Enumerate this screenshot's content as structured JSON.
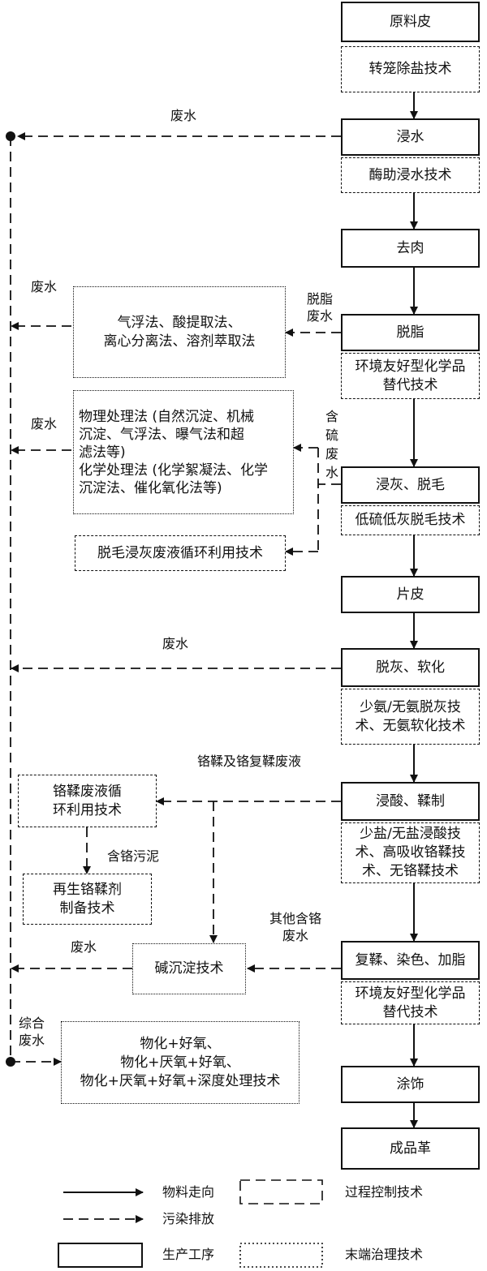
{
  "process_steps": {
    "raw_hide": "原料皮",
    "soaking": "浸水",
    "fleshing": "去肉",
    "degreasing": "脱脂",
    "liming_unhairing": "浸灰、脱毛",
    "pelt": "片皮",
    "deliming_bating": "脱灰、软化",
    "pickling_tanning": "浸酸、鞣制",
    "retanning_dyeing_fatliquoring": "复鞣、染色、加脂",
    "finishing": "涂饰",
    "finished_leather": "成品革"
  },
  "process_control": {
    "drum_desalting": "转笼除盐技术",
    "enzyme_soaking": "酶助浸水技术",
    "eco_chem_1": "环境友好型化学品\n替代技术",
    "low_sulfide_unhairing": "低硫低灰脱毛技术",
    "unhairing_liquor_recycle": "脱毛浸灰废液循环利用技术",
    "low_ammonia_deliming": "少氨/无氨脱灰技\n术、无氨软化技术",
    "low_salt_pickling": "少盐/无盐浸酸技\n术、高吸收铬鞣技\n术、无铬鞣技术",
    "chrome_liquor_recycle": "铬鞣废液循\n环利用技术",
    "chrome_regeneration": "再生铬鞣剂\n制备技术",
    "eco_chem_2": "环境友好型化学品\n替代技术"
  },
  "end_treatment": {
    "grease_recovery": "气浮法、酸提取法、\n离心分离法、溶剂萃取法",
    "sulfide_treatment": "物理处理法 (自然沉淀、机械\n沉淀、气浮法、曝气法和超\n滤法等)\n化学处理法 (化学絮凝法、化学\n沉淀法、催化氧化法等)",
    "alkali_precipitation": "碱沉淀技术",
    "combined_treatment": "物化+好氧、\n物化+厌氧+好氧、\n物化+厌氧+好氧+深度处理技术"
  },
  "flow_labels": {
    "wastewater_1": "废水",
    "wastewater_2": "废水",
    "degreasing_wastewater": "脱脂\n废水",
    "wastewater_3": "废水",
    "sulfide_wastewater_1": "含",
    "sulfide_wastewater_2": "硫",
    "sulfide_wastewater_3": "废",
    "sulfide_wastewater_4": "水",
    "wastewater_4": "废水",
    "chrome_waste_liquor": "铬鞣及铬复鞣废液",
    "chrome_sludge": "含铬污泥",
    "other_chrome_wastewater": "其他含铬\n废水",
    "wastewater_5": "废水",
    "combined_wastewater": "综合\n废水"
  },
  "legend": {
    "material_flow": "物料走向",
    "pollution_discharge": "污染排放",
    "production_process": "生产工序",
    "process_control_tech": "过程控制技术",
    "end_treatment_tech": "末端治理技术"
  }
}
